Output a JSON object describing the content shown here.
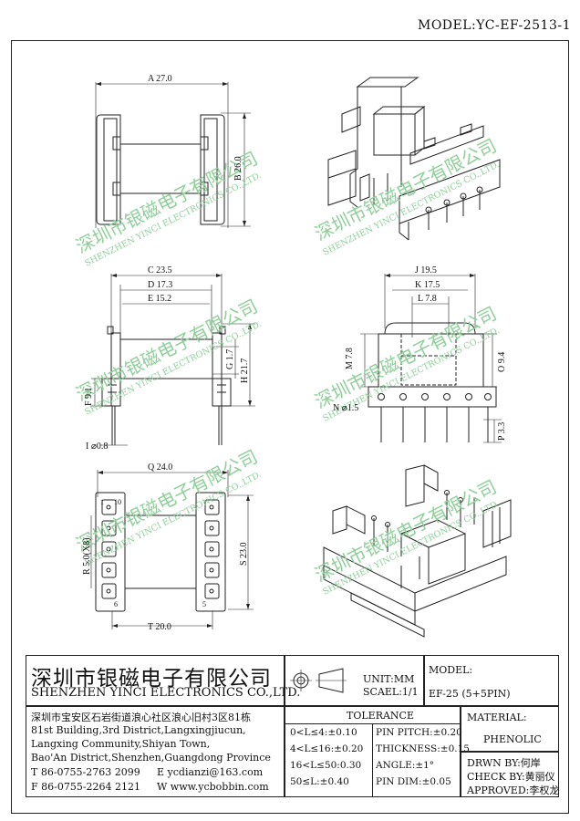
{
  "header": {
    "model_label": "MODEL:YC-EF-2513-1"
  },
  "watermark": {
    "cn": "深圳市银磁电子有限公司",
    "en": "SHENZHEN YINCI ELECTRONICS CO.,LTD.",
    "color": "#8fcf9a"
  },
  "dimensions": {
    "a": "A 27.0",
    "b": "B 26.0",
    "c": "C 23.5",
    "d": "D 17.3",
    "e": "E 15.2",
    "f": "F 9.1",
    "g": "G 1.7",
    "h": "H 21.7",
    "i": "I ⌀0.8",
    "j": "J 19.5",
    "k": "K 17.5",
    "l": "L 7.8",
    "m": "M 7.8",
    "n": "N ⌀1.5",
    "o": "O 9.4",
    "p": "P 3.3",
    "q": "Q 24.0",
    "r": "R 5.0(X8)",
    "s": "S 23.0",
    "t": "T 20.0",
    "pin10": "10",
    "pin1": "1",
    "pin6": "6",
    "pin5": "5"
  },
  "title_block": {
    "company_cn": "深圳市银磁电子有限公司",
    "company_en": "SHENZHEN YINCI ELECTRONICS CO.,LTD.",
    "unit": "UNIT:MM",
    "scale": "SCAEL:1/1",
    "model_label": "MODEL:",
    "model_value": "EF-25 (5+5PIN)",
    "address_cn": "深圳市宝安区石岩街道浪心社区浪心旧村3区81栋",
    "address_en": [
      "81st Building,3rd District,Langxingjiucun,",
      "Langxing Community,Shiyan Town,",
      "Bao'An District,Shenzhen,Guangdong Province"
    ],
    "tel": "T 86-0755-2763 2099",
    "email": "E ycdianzi@163.com",
    "fax": "F 86-0755-2264 2121",
    "web": "W www.ycbobbin.com",
    "tolerance_title": "TOLERANCE",
    "tolerances": [
      "0<L≤4:±0.10",
      "4<L≤16:±0.20",
      "16<L≤50:0.30",
      "50≤L:±0.40"
    ],
    "specs": [
      "PIN PITCH:±0.20",
      "THICKNESS:±0.15",
      "ANGLE:±1°",
      "PIN DIM:±0.05"
    ],
    "material_label": "MATERIAL:",
    "material_value": "PHENOLIC",
    "drawn": "DRWN BY:何岸",
    "check": "CHECK BY:黄丽仪",
    "approved": "APPROVED:李权龙"
  }
}
